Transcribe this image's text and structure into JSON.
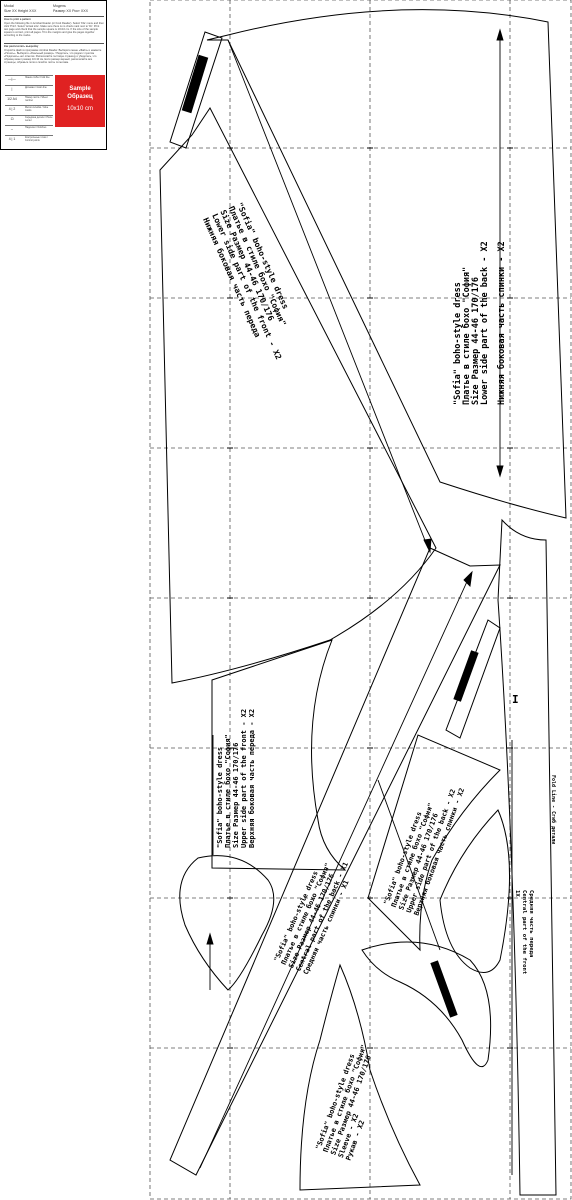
{
  "info": {
    "model_en": "Modal",
    "model_ru": "Модель",
    "size_en": "Size XX Height XXX",
    "size_ru": "Размер XX Рост XXX",
    "how_en": "How to print a pattern",
    "how_text_en": "Open the following file in Acrobat Reader (or Foxit Reader). Select 'File' menu and then click 'Print'. Select 'Actual size'. Make sure there is no check mark next to 'Fit'. Print test page and check that the sample square is 10×10 cm. If the size of the sample square is correct, print all pages. Trim the margins and glue the pages together according to the marks.",
    "how_ru": "Как распечатать выкройку",
    "how_text_ru": "Откройте файл в программе Acrobat Reader. Выберите меню «Файл» и нажмите «Печать». Выберите «Реальный размер». Убедитесь, что рядом с пунктом «Подогнать» нет отметки. Распечатайте тестовую страницу и убедитесь, что образец имеет размер 10×10 см. Если размер верный, распечатайте все страницы, обрежьте поля и склейте листы по меткам.",
    "legend": [
      {
        "symbol": "—|—",
        "label": "Линия сгиба / Fold line"
      },
      {
        "symbol": "|",
        "label": "Долевая / Grain line"
      },
      {
        "symbol": "1/2 A4",
        "label": "Номер листа / Sheet number"
      },
      {
        "symbol": "4 | 2",
        "label": "Метки склейки / Glue marks"
      },
      {
        "symbol": "⊡",
        "label": "Середина детали / Piece center"
      },
      {
        "symbol": "↔",
        "label": "Надсечки / Notches"
      },
      {
        "symbol": "4 | 1",
        "label": "Контрольные точки / Control points"
      }
    ],
    "sample_en": "Sample",
    "sample_ru": "Образец",
    "sample_size": "10x10 cm"
  },
  "pieces": {
    "lower_side_front": {
      "title_en": "\"Sofia\" boho-style dress",
      "title_ru": "Платье в стиле бохо \"София\"",
      "size": "Size Размер 44-46 170/176",
      "part_en": "Lower side part of the front - X2",
      "part_ru": "Нижняя боковая часть переда"
    },
    "lower_side_back": {
      "title_en": "\"Sofia\" boho-style dress",
      "title_ru": "Платье в стиле бохо \"София\"",
      "size": "Size Размер 44-46 170/176",
      "part_en": "Lower side part of the back - X2",
      "part_ru": "Нижняя боковая часть спинки - X2"
    },
    "upper_side_front": {
      "title_en": "\"Sofia\" boho-style dress",
      "title_ru": "Платье в стиле бохо \"София\"",
      "size": "Size Размер 44-46 170/176",
      "part_en": "Upper side part of the front - X2",
      "part_ru": "Верхняя боковая часть переда - X2"
    },
    "upper_side_back": {
      "title_en": "\"Sofia\" boho-style dress",
      "title_ru": "Платье в стиле бохо \"София\"",
      "size": "Size Размер 44-46 170/176",
      "part_en": "Upper side part of the back - X2",
      "part_ru": "Верхняя боковая часть спинки - X2"
    },
    "central_back": {
      "title_en": "\"Sofia\" boho-style dress",
      "title_ru": "Платье в стиле бохо \"София\"",
      "size": "Size Размер 44-46 170/176",
      "part_en": "Central part of the back - X1",
      "part_ru": "Средняя часть спинки - X1"
    },
    "sleeve": {
      "title_en": "\"Sofia\" boho-style dress",
      "title_ru": "Платье в стиле бохо \"София\"",
      "size": "Size Размер 44-46 170/176",
      "part_en": "Sleeve - X2",
      "part_ru": "Рукав - X2"
    },
    "central_front": {
      "part_ru": "Средняя часть переда",
      "part_en": "Central part of the front",
      "count": "1X",
      "fold_line": "Fold Line - Сгиб детали"
    }
  },
  "grain_label_I": "I"
}
